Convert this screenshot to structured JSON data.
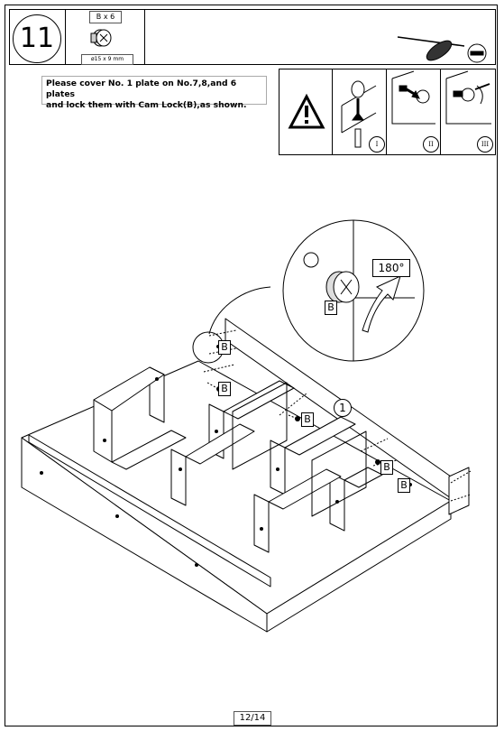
{
  "step": {
    "number": "11"
  },
  "part": {
    "quantity": "B x 6",
    "dimension": "ø15 x 9 mm"
  },
  "instruction": {
    "line1": "Please cover No. 1 plate on No.7,8,and 6 plates",
    "line2": "and lock them with Cam Lock(B),as shown."
  },
  "warning": {
    "steps": [
      "I",
      "II",
      "III"
    ]
  },
  "detail": {
    "rotation": "180°",
    "label": "B"
  },
  "labels": {
    "b": "B",
    "plate_number": "1"
  },
  "footer": {
    "page": "12/14"
  }
}
